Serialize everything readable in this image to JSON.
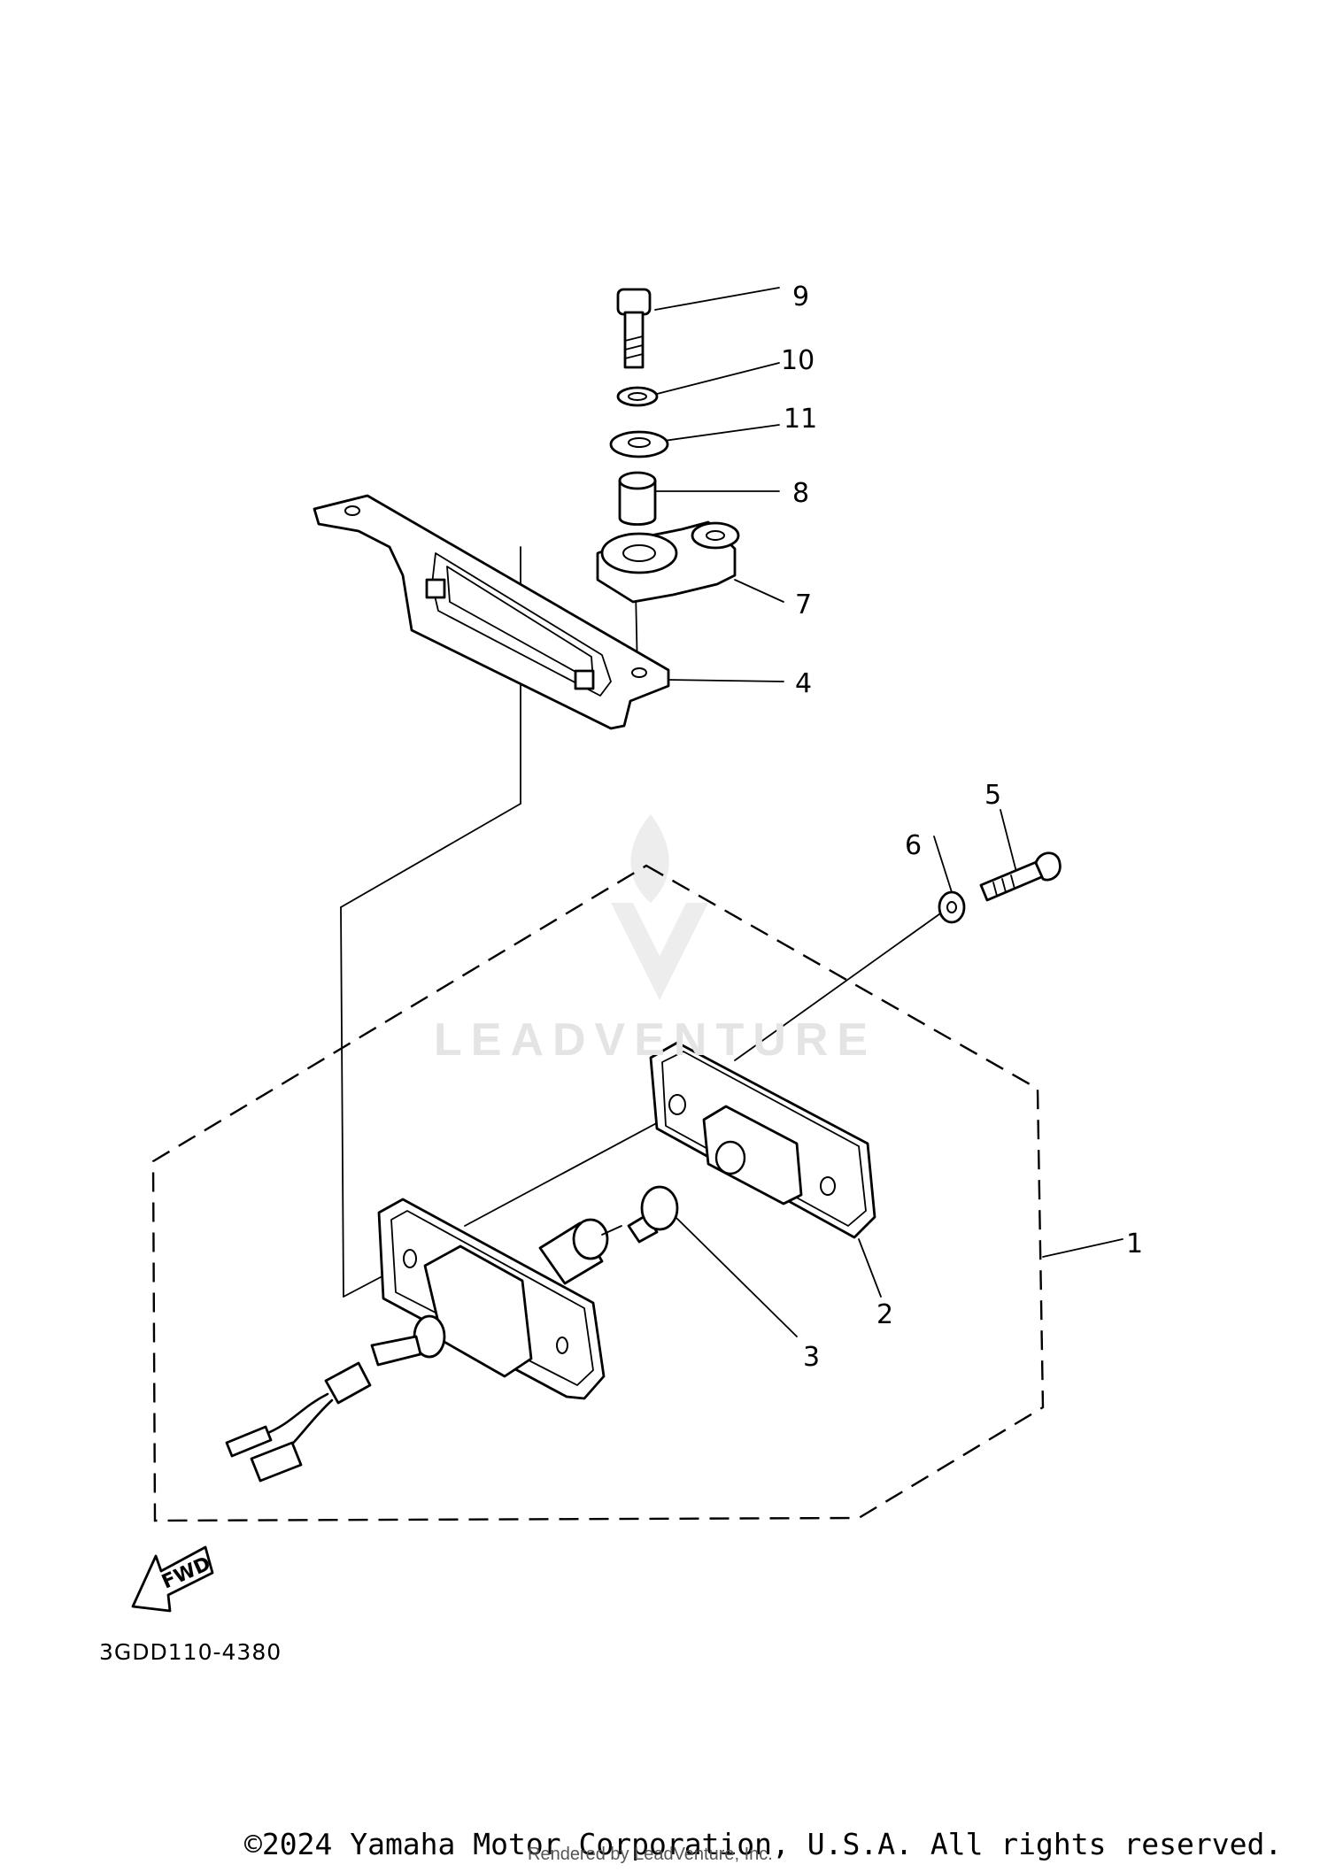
{
  "diagram": {
    "code": "3GDD110-4380",
    "fwd_label": "FWD",
    "watermark": "LEADVENTURE",
    "callouts": [
      "1",
      "2",
      "3",
      "4",
      "5",
      "6",
      "7",
      "8",
      "9",
      "10",
      "11"
    ]
  },
  "footer": {
    "copyright": "©2024 Yamaha Motor Corporation, U.S.A. All rights reserved.",
    "rendered_by": "Rendered by LeadVenture, Inc."
  }
}
